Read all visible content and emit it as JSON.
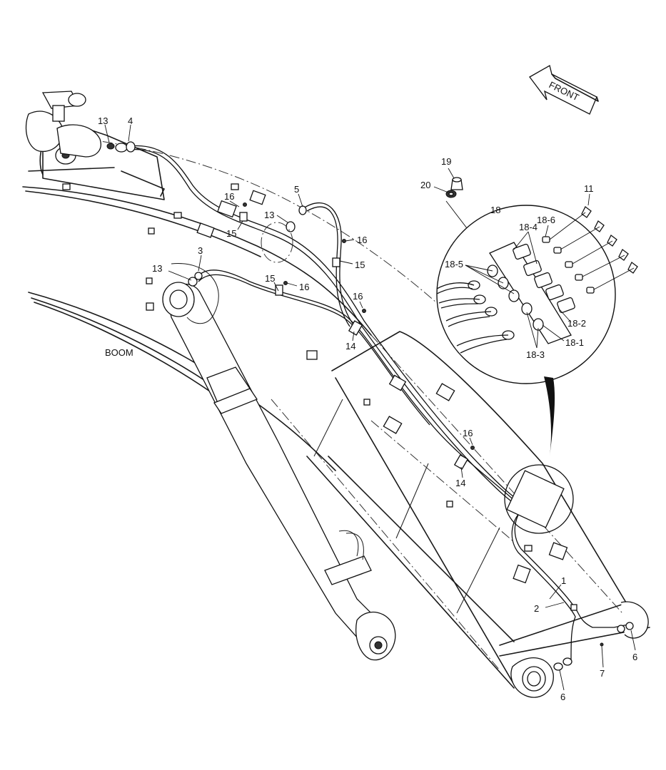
{
  "diagram": {
    "boom_label": "BOOM",
    "front_label": "FRONT",
    "callouts": [
      {
        "id": "c13a",
        "text": "13"
      },
      {
        "id": "c4",
        "text": "4"
      },
      {
        "id": "c16a",
        "text": "16"
      },
      {
        "id": "c5",
        "text": "5"
      },
      {
        "id": "c13b",
        "text": "13"
      },
      {
        "id": "c15a",
        "text": "15"
      },
      {
        "id": "c16b",
        "text": "16"
      },
      {
        "id": "c15b",
        "text": "15"
      },
      {
        "id": "c3",
        "text": "3"
      },
      {
        "id": "c13c",
        "text": "13"
      },
      {
        "id": "c15c",
        "text": "15"
      },
      {
        "id": "c16c",
        "text": "16"
      },
      {
        "id": "c16d",
        "text": "16"
      },
      {
        "id": "c14a",
        "text": "14"
      },
      {
        "id": "c16e",
        "text": "16"
      },
      {
        "id": "c14b",
        "text": "14"
      },
      {
        "id": "c1",
        "text": "1"
      },
      {
        "id": "c2",
        "text": "2"
      },
      {
        "id": "c6a",
        "text": "6"
      },
      {
        "id": "c6b",
        "text": "6"
      },
      {
        "id": "c7",
        "text": "7"
      },
      {
        "id": "c19",
        "text": "19"
      },
      {
        "id": "c20",
        "text": "20"
      },
      {
        "id": "c11",
        "text": "11"
      },
      {
        "id": "c18",
        "text": "18"
      },
      {
        "id": "c18_6",
        "text": "18-6"
      },
      {
        "id": "c18_4",
        "text": "18-4"
      },
      {
        "id": "c18_5",
        "text": "18-5"
      },
      {
        "id": "c18_2",
        "text": "18-2"
      },
      {
        "id": "c18_1",
        "text": "18-1"
      },
      {
        "id": "c18_3",
        "text": "18-3"
      }
    ]
  }
}
